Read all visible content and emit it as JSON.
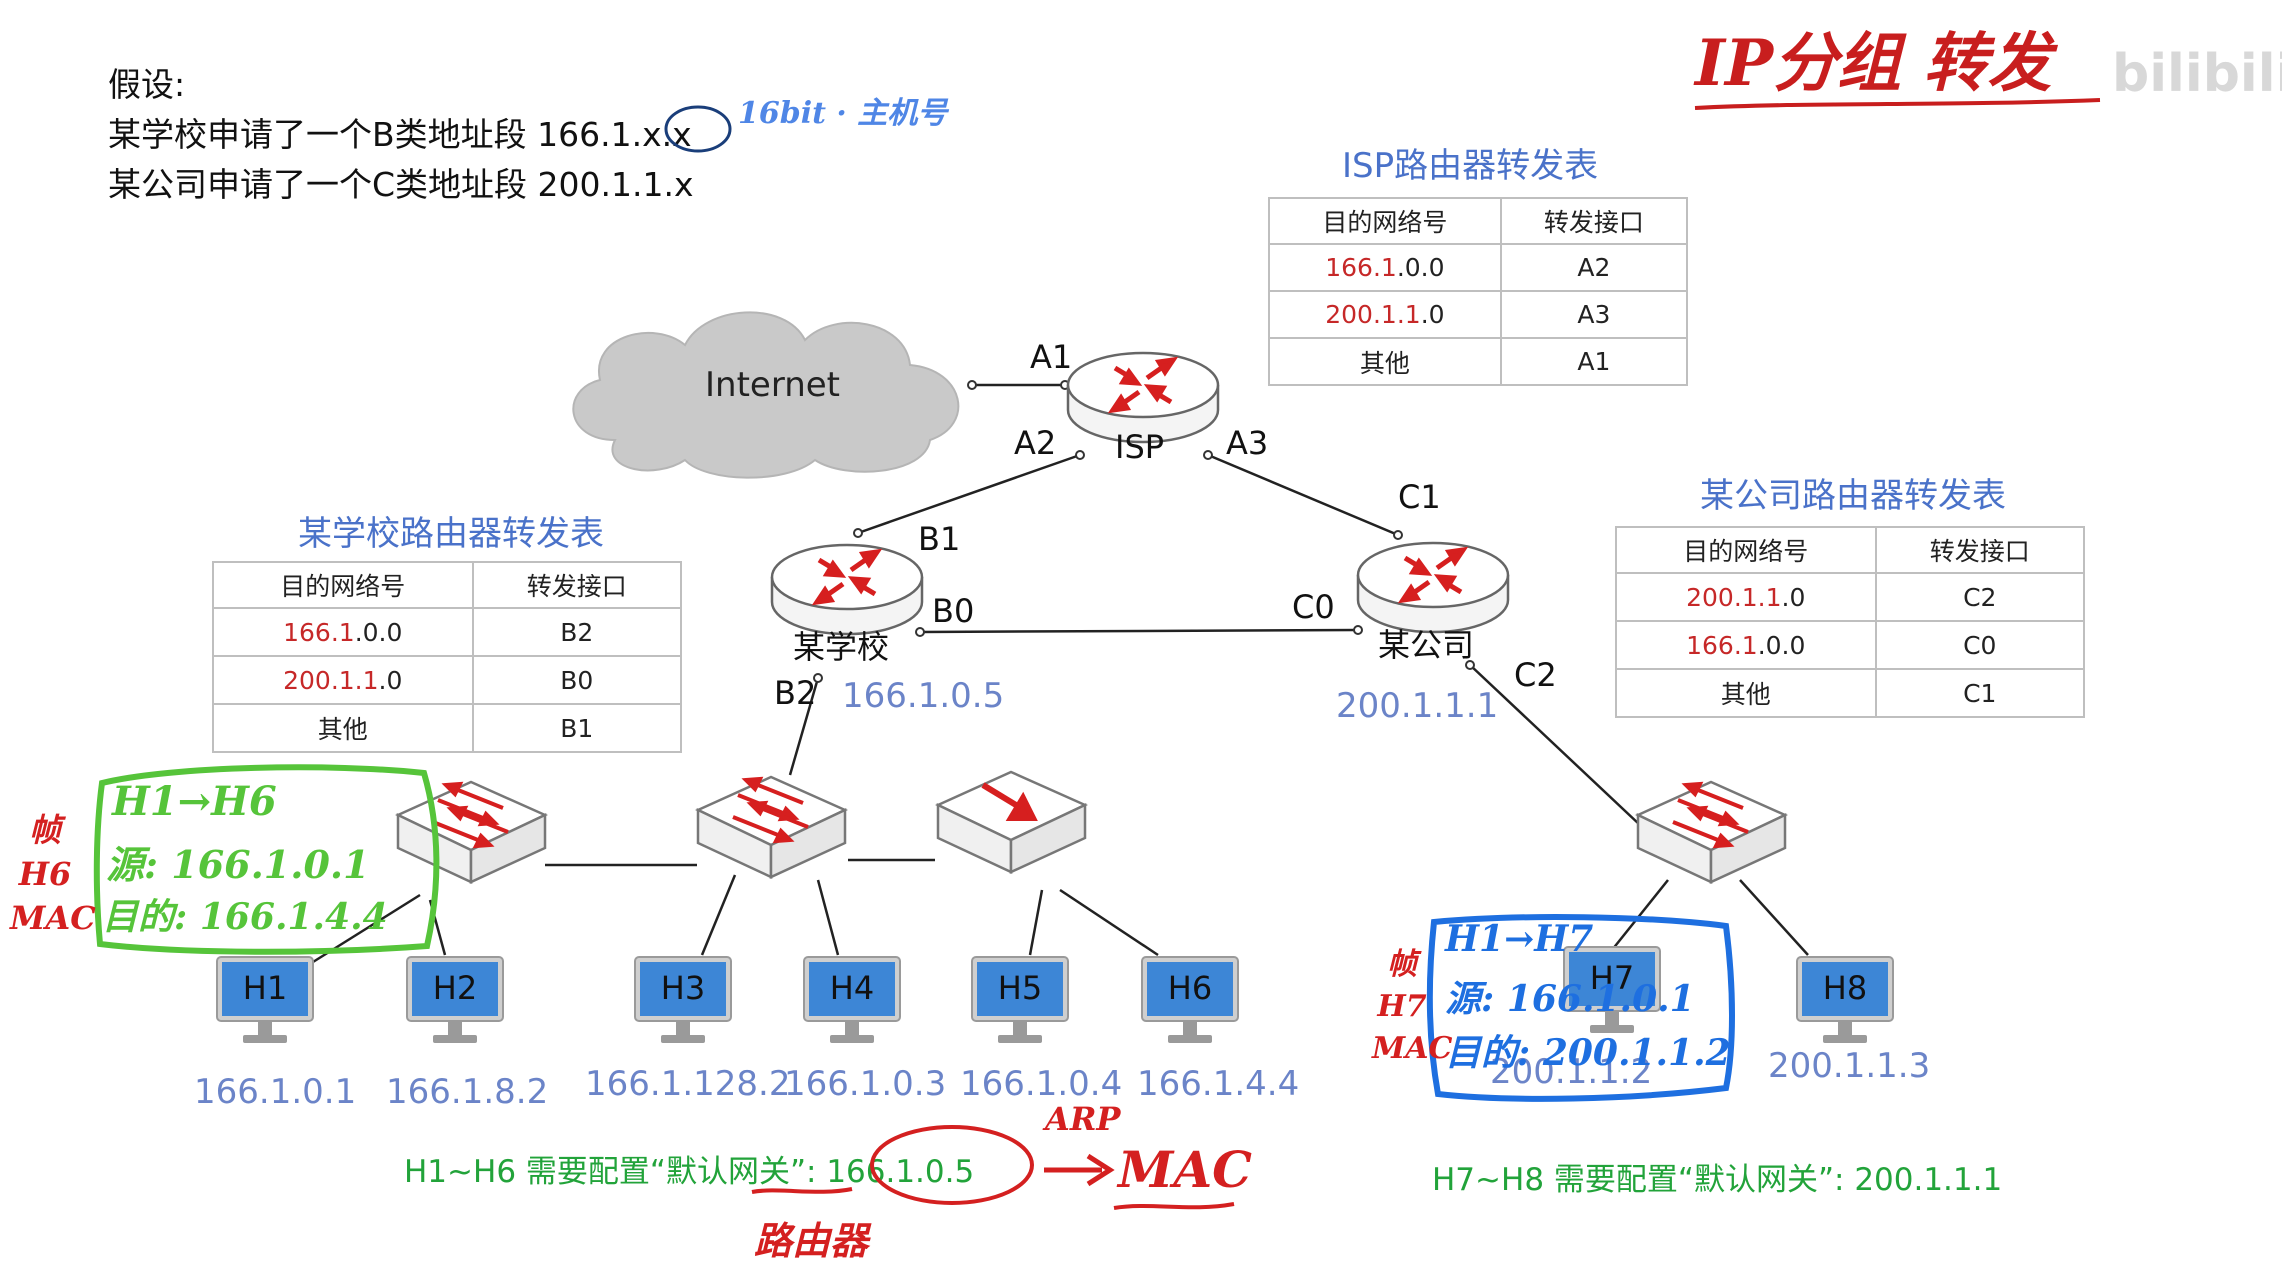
{
  "intro": {
    "line1": "假设:",
    "line2": "某学校申请了一个B类地址段 166.1.x.x",
    "line3": "某公司申请了一个C类地址段 200.1.1.x"
  },
  "isp_table": {
    "title": "ISP路由器转发表",
    "header": [
      "目的网络号",
      "转发接口"
    ],
    "rows": [
      {
        "net_red": "166.1",
        "net_rest": ".0.0",
        "port": "A2"
      },
      {
        "net_red": "200.1.1",
        "net_rest": ".0",
        "port": "A3"
      },
      {
        "net_red": "",
        "net_rest": "其他",
        "port": "A1"
      }
    ]
  },
  "school_table": {
    "title": "某学校路由器转发表",
    "header": [
      "目的网络号",
      "转发接口"
    ],
    "rows": [
      {
        "net_red": "166.1",
        "net_rest": ".0.0",
        "port": "B2"
      },
      {
        "net_red": "200.1.1",
        "net_rest": ".0",
        "port": "B0"
      },
      {
        "net_red": "",
        "net_rest": "其他",
        "port": "B1"
      }
    ]
  },
  "company_table": {
    "title": "某公司路由器转发表",
    "header": [
      "目的网络号",
      "转发接口"
    ],
    "rows": [
      {
        "net_red": "200.1.1",
        "net_rest": ".0",
        "port": "C2"
      },
      {
        "net_red": "166.1",
        "net_rest": ".0.0",
        "port": "C0"
      },
      {
        "net_red": "",
        "net_rest": "其他",
        "port": "C1"
      }
    ]
  },
  "cloud": {
    "label": "Internet"
  },
  "routers": {
    "isp": {
      "label": "ISP"
    },
    "school": {
      "label": "某学校"
    },
    "company": {
      "label": "某公司"
    }
  },
  "ports": {
    "A1": "A1",
    "A2": "A2",
    "A3": "A3",
    "B0": "B0",
    "B1": "B1",
    "B2": "B2",
    "C0": "C0",
    "C1": "C1",
    "C2": "C2"
  },
  "router_ips": {
    "school": "166.1.0.5",
    "company": "200.1.1.1"
  },
  "hosts": [
    {
      "label": "H1",
      "ip": "166.1.0.1"
    },
    {
      "label": "H2",
      "ip": "166.1.8.2"
    },
    {
      "label": "H3",
      "ip": "166.1.128.2"
    },
    {
      "label": "H4",
      "ip": "166.1.0.3"
    },
    {
      "label": "H5",
      "ip": "166.1.0.4"
    },
    {
      "label": "H6",
      "ip": "166.1.4.4"
    },
    {
      "label": "H7",
      "ip": "200.1.1.2"
    },
    {
      "label": "H8",
      "ip": "200.1.1.3"
    }
  ],
  "gateway_notes": {
    "school": "H1~H6 需要配置“默认网关”: 166.1.0.5",
    "company": "H7~H8 需要配置“默认网关”: 200.1.1.1"
  },
  "annotations": {
    "title": "IP分组 转发",
    "bits": "16bit · 主机号",
    "frame_green_side": "帧 H6 MAC",
    "frame_green": [
      "H1→H6",
      "源: 166.1.0.1",
      "目的: 166.1.4.4"
    ],
    "frame_blue_side": "帧 H7 MAC",
    "frame_blue": [
      "H1→H7",
      "源: 166.1.0.1",
      "目的: 200.1.1.2"
    ],
    "arp": "ARP",
    "mac": "MAC",
    "router_word": "路由器"
  },
  "watermark": "bilibili",
  "colors": {
    "title_blue": "#4a72c9",
    "ip_blue": "#6b84c8",
    "net_red": "#c62828",
    "note_green": "#22a33a",
    "pen_red": "#d42020",
    "pen_green": "#56c43a",
    "pen_blue": "#1e6fe0",
    "monitor_blue": "#3d86d6"
  }
}
